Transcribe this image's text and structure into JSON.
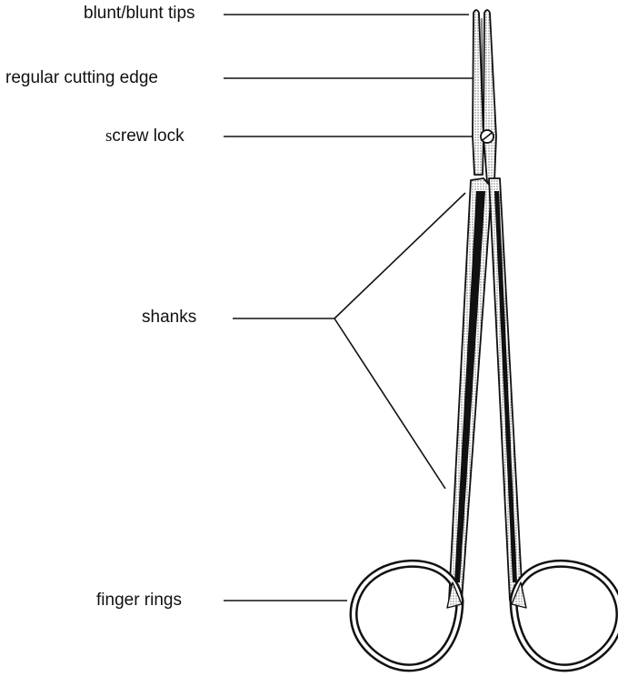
{
  "labels": {
    "tips": "blunt/blunt tips",
    "edge": "regular cutting edge",
    "lock_s": "s",
    "lock_rest": "crew lock",
    "shanks": "shanks",
    "rings": "finger rings"
  },
  "colors": {
    "ink": "#111111",
    "background": "#ffffff"
  }
}
